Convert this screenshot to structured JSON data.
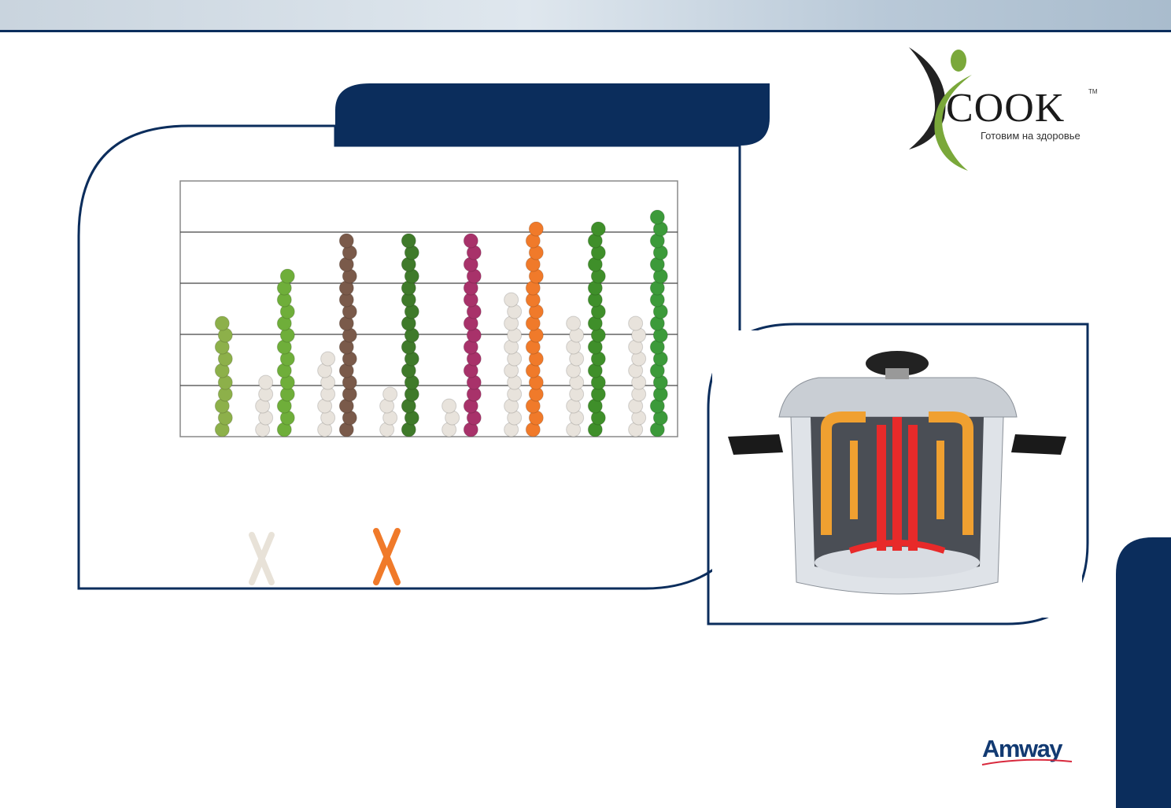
{
  "logo": {
    "word": "COOK",
    "tm": "TM",
    "tagline": "Готовим на здоровье"
  },
  "brand": {
    "name": "Amway"
  },
  "colors": {
    "navy": "#0b2d5c",
    "green": "#7aa83a",
    "red": "#e02a2a",
    "orange": "#f0a030"
  },
  "chart_data": {
    "type": "bar",
    "title": "",
    "xlabel": "",
    "ylabel": "",
    "ylim": [
      0,
      5
    ],
    "grid": true,
    "pale_values": [
      0.2,
      1.3,
      1.8,
      1.0,
      0.8,
      2.8,
      2.5,
      2.5
    ],
    "color_values": [
      2.4,
      3.3,
      4.1,
      4.0,
      4.1,
      4.3,
      4.2,
      4.6
    ],
    "color_fills": [
      "#8db04a",
      "#6fae3a",
      "#7a5a4a",
      "#3f7a2a",
      "#a8326a",
      "#f07a2a",
      "#3f8f2a",
      "#3c9a3a"
    ]
  }
}
